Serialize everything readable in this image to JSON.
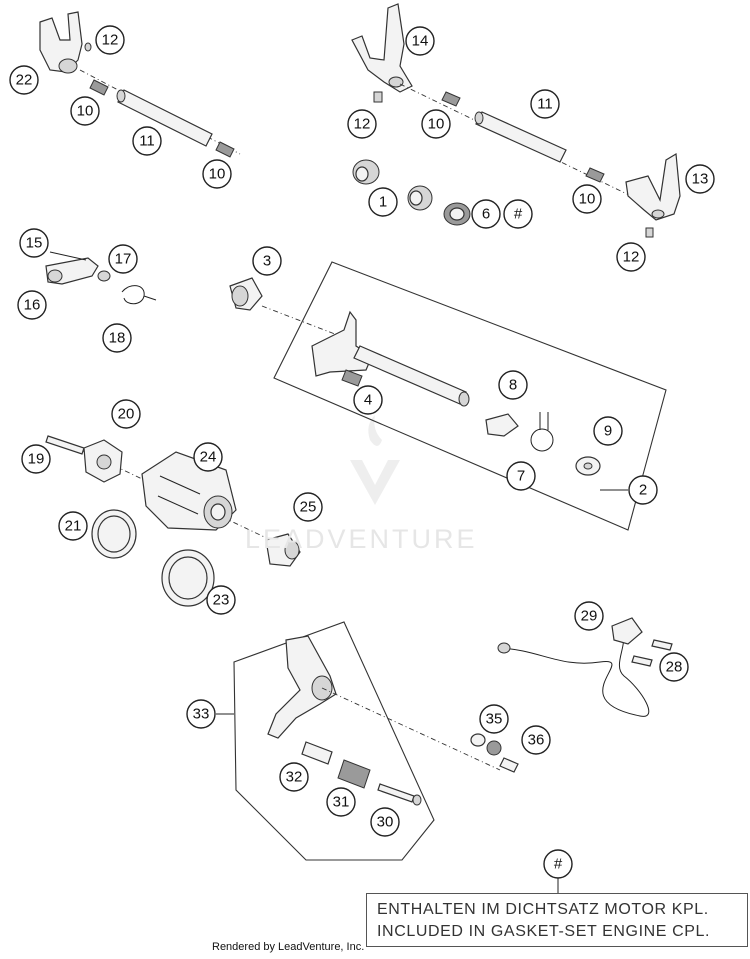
{
  "callouts": [
    "12",
    "22",
    "10",
    "11",
    "10",
    "14",
    "11",
    "12",
    "10",
    "1",
    "6",
    "#",
    "13",
    "10",
    "12",
    "15",
    "17",
    "16",
    "18",
    "3",
    "4",
    "8",
    "9",
    "7",
    "2",
    "20",
    "19",
    "24",
    "21",
    "25",
    "23",
    "29",
    "28",
    "33",
    "35",
    "36",
    "32",
    "31",
    "30",
    "#"
  ],
  "note": {
    "line1": "ENTHALTEN IM DICHTSATZ MOTOR KPL.",
    "line2": "INCLUDED IN GASKET-SET ENGINE CPL."
  },
  "credit": "Rendered by LeadVenture, Inc.",
  "watermark": "LEADVENTURE",
  "colors": {
    "line": "#222222",
    "part_fill": "#f3f3f3",
    "watermark": "#e6e6e6"
  }
}
